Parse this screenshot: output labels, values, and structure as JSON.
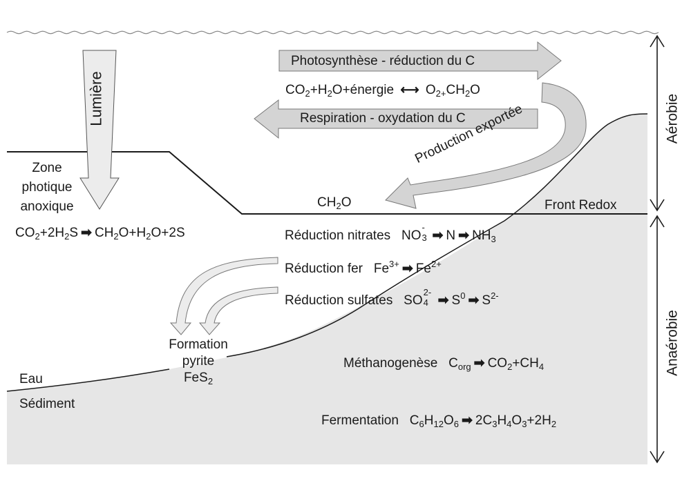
{
  "diagram": {
    "colors": {
      "sediment_fill": "#e6e6e6",
      "arrow_fill": "#d4d4d4",
      "light_arrow_fill": "#ececec",
      "line": "#1a1a1a",
      "water_surface": "#888888"
    },
    "light_arrow": {
      "label": "Lumière",
      "icon": "down-arrow"
    },
    "photosynthesis_arrow": {
      "label": "Photosynthèse - réduction du C",
      "direction": "right"
    },
    "respiration_arrow": {
      "label": "Respiration - oxydation du C",
      "direction": "left"
    },
    "carbon_equation": {
      "left": [
        "CO",
        "2",
        "+H",
        "2",
        "O+énergie"
      ],
      "arrow": "⟷",
      "right": [
        "O",
        "2+",
        "CH",
        "2",
        "O"
      ]
    },
    "export_arrow": {
      "label": "Production exportée"
    },
    "photic_zone": {
      "label_lines": [
        "Zone",
        "photique",
        "anoxique"
      ],
      "equation": {
        "a": "CO",
        "a_sub": "2",
        "b": "+2H",
        "b_sub": "2",
        "c": "S",
        "arrow": "➡",
        "d": "CH",
        "d_sub": "2",
        "e": "O+H",
        "e_sub": "2",
        "f": "O+2S"
      }
    },
    "ch2o_label": {
      "main": "CH",
      "sub": "2",
      "tail": "O"
    },
    "redox_front": {
      "label": "Front Redox"
    },
    "processes": [
      {
        "name": "Réduction nitrates",
        "eq": {
          "a": "NO",
          "a_sup": "-",
          "a_sub": "3",
          "arrow1": "➡",
          "b": "N",
          "arrow2": "➡",
          "c": "NH",
          "c_sub": "3"
        }
      },
      {
        "name": "Réduction fer",
        "eq": {
          "a": "Fe",
          "a_sup": "3+",
          "arrow1": "➡",
          "b": "Fe",
          "b_sup": "2+"
        }
      },
      {
        "name": "Réduction sulfates",
        "eq": {
          "a": "SO",
          "a_sup": "2-",
          "a_sub": "4",
          "arrow1": "➡",
          "b": "S",
          "b_sup": "0",
          "arrow2": "➡",
          "c": "S",
          "c_sup": "2-"
        }
      },
      {
        "name": "Méthanogenèse",
        "eq": {
          "a": "C",
          "a_sub": "org",
          "arrow1": "➡",
          "b": "CO",
          "b_sub": "2",
          "c": "+CH",
          "c_sub": "4"
        }
      },
      {
        "name": "Fermentation",
        "eq": {
          "a": "C",
          "a_sub1": "6",
          "a2": "H",
          "a_sub2": "12",
          "a3": "O",
          "a_sub3": "6",
          "arrow1": "➡",
          "b": "2C",
          "b_sub1": "3",
          "b2": "H",
          "b_sub2": "4",
          "b3": "O",
          "b_sub3": "3",
          "c": "+2H",
          "c_sub": "2"
        }
      }
    ],
    "pyrite": {
      "lines": [
        "Formation",
        "pyrite"
      ],
      "formula": "FeS",
      "formula_sub": "2"
    },
    "interface": {
      "water": "Eau",
      "sediment": "Sédiment"
    },
    "zones": {
      "aerobic": "Aérobie",
      "anaerobic": "Anaérobie"
    }
  }
}
